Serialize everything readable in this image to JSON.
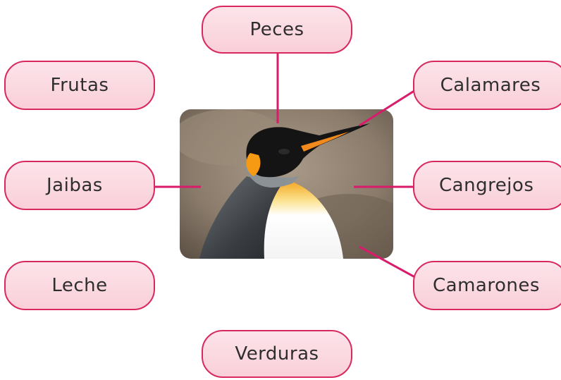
{
  "foods": {
    "peces": "Peces",
    "frutas": "Frutas",
    "calamares": "Calamares",
    "jaibas": "Jaibas",
    "cangrejos": "Cangrejos",
    "leche": "Leche",
    "camarones": "Camarones",
    "verduras": "Verduras"
  },
  "colors": {
    "box_border": "#d9285e",
    "box_fill": "#fbd8e0",
    "connector": "#d81b6a"
  },
  "image": {
    "subject": "king-penguin"
  }
}
